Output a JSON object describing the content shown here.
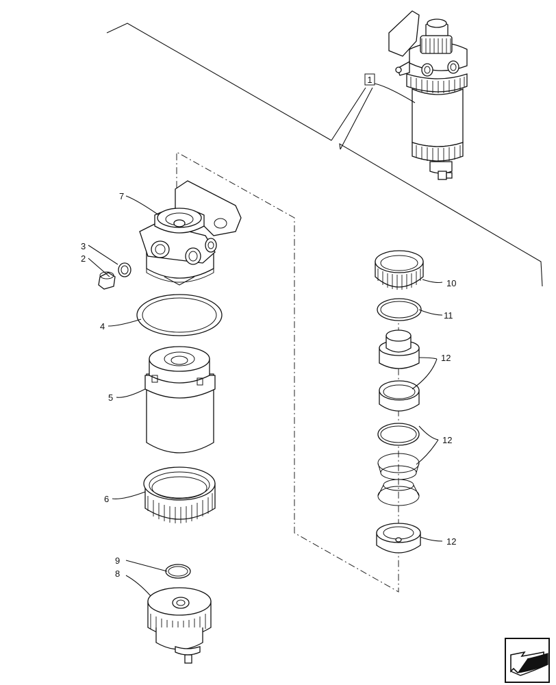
{
  "callouts": {
    "c1": "1",
    "c2": "2",
    "c3": "3",
    "c4": "4",
    "c5": "5",
    "c6": "6",
    "c7": "7",
    "c8": "8",
    "c9": "9",
    "c10": "10",
    "c11": "11",
    "c12a": "12",
    "c12b": "12",
    "c12c": "12"
  },
  "icons": {
    "nav": "arrow-back-icon"
  }
}
